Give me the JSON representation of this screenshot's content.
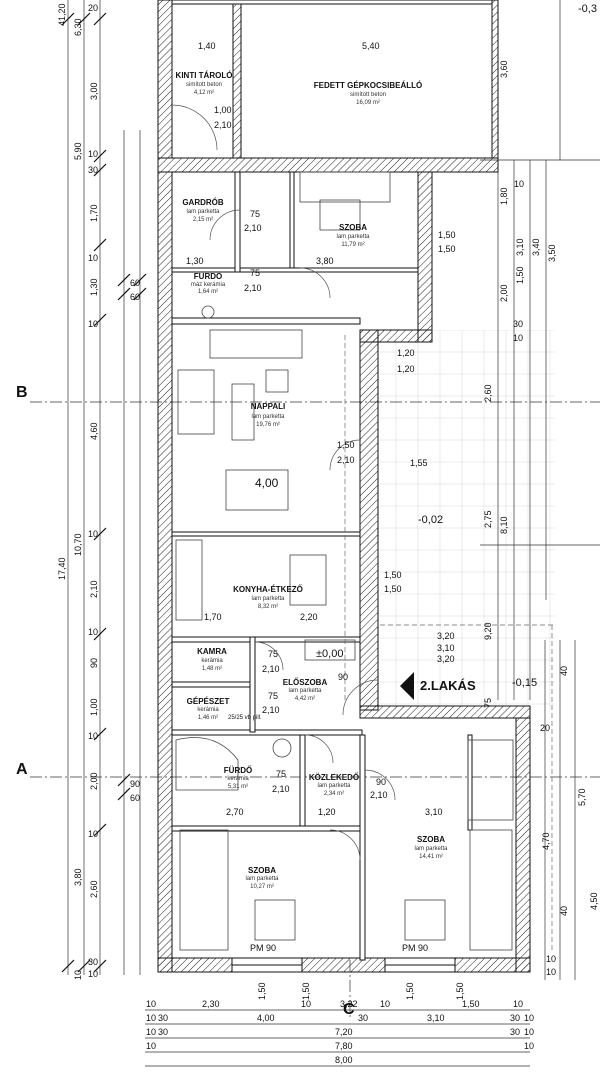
{
  "rooms": {
    "kinti_tarolo": {
      "name": "KINTI TÁROLÓ",
      "floor": "simított beton",
      "area": "4,12 m²"
    },
    "fedett_gepkocsi": {
      "name": "FEDETT GÉPKOCSIBEÁLLÓ",
      "floor": "simított beton",
      "area": "16,09 m²"
    },
    "gardrob": {
      "name": "GARDRÓB",
      "floor": "lam parketta",
      "area": "2,15 m²"
    },
    "szoba_1": {
      "name": "SZOBA",
      "floor": "lam parketta",
      "area": "11,79 m²"
    },
    "furdo_1": {
      "name": "FÜRDŐ",
      "floor": "máz kerámia",
      "area": "1,64 m²"
    },
    "nappali": {
      "name": "NAPPALI",
      "floor": "lam parketta",
      "area": "19,76 m²"
    },
    "konyha": {
      "name": "KONYHA-ÉTKEZŐ",
      "floor": "lam parketta",
      "area": "8,32 m²"
    },
    "kamra": {
      "name": "KAMRA",
      "floor": "kerámia",
      "area": "1,48 m²"
    },
    "eloszoba": {
      "name": "ELŐSZOBA",
      "floor": "lam parketta",
      "area": "4,42 m²"
    },
    "gepeszet": {
      "name": "GÉPÉSZET",
      "floor": "kerámia",
      "area": "1,46 m²"
    },
    "furdo_2": {
      "name": "FÜRDŐ",
      "floor": "kerámia",
      "area": "5,31 m²"
    },
    "kozlekedo": {
      "name": "KÖZLEKEDŐ",
      "floor": "lam parketta",
      "area": "2,34 m²"
    },
    "szoba_2": {
      "name": "SZOBA",
      "floor": "lam parketta",
      "area": "10,27 m²"
    },
    "szoba_3": {
      "name": "SZOBA",
      "floor": "lam parketta",
      "area": "14,41 m²"
    }
  },
  "axes": {
    "a": "A",
    "b": "B",
    "c": "C"
  },
  "levels": {
    "zero": "±0,00",
    "terrace": "-0,02",
    "entry": "-0,15",
    "top": "-0,3"
  },
  "apartment_label": "2.LAKÁS",
  "nappali_length": "4,00",
  "dims": {
    "d_140": "1,40",
    "d_540": "5,40",
    "d_100": "1,00",
    "d_210a": "2,10",
    "d_75a": "75",
    "d_210b": "2,10",
    "d_380": "3,80",
    "d_130": "1,30",
    "d_75b": "75",
    "d_210c": "2,10",
    "d_150a": "1,50",
    "d_150b": "1,50",
    "d_120a": "1,20",
    "d_120b": "1,20",
    "d_150c": "1,50",
    "d_210d": "2,10",
    "d_155": "1,55",
    "d_150d": "1,50",
    "d_150e": "1,50",
    "d_170": "1,70",
    "d_220": "2,20",
    "d_320a": "3,20",
    "d_310a": "3,10",
    "d_320b": "3,20",
    "d_75c": "75",
    "d_210e": "2,10",
    "d_90a": "90",
    "d_75d": "75",
    "d_210f": "2,10",
    "d_2525": "25/25 vb pill.",
    "d_75e": "75",
    "d_210g": "2,10",
    "d_90b": "90",
    "d_210h": "2,10",
    "d_270": "2,70",
    "d_120c": "1,20",
    "d_310b": "3,10",
    "pm90a": "PM 90",
    "pm90b": "PM 90"
  },
  "bottom_dims": {
    "row1": [
      "10",
      "2,30",
      "10",
      "3,22",
      "10",
      "1,50",
      "10"
    ],
    "row2": [
      "10",
      "30",
      "4,00",
      "30",
      "3,10",
      "30",
      "10"
    ],
    "row3": [
      "10",
      "30",
      "7,20",
      "30",
      "10"
    ],
    "row4": [
      "10",
      "7,80",
      "10"
    ],
    "row5": [
      "8,00"
    ],
    "openings": [
      "1,50",
      "1,50",
      "1,50",
      "1,50"
    ]
  },
  "left_dims": {
    "c1": [
      "41,20",
      "6,30",
      "3,00",
      "5,90",
      "1,70",
      "1,30",
      "4,60",
      "17,40",
      "10,70",
      "2,10",
      "90",
      "1,00",
      "2,00",
      "2,60",
      "3,80",
      "10"
    ],
    "c2": [
      "20",
      "10",
      "30",
      "10",
      "10",
      "60",
      "60",
      "10",
      "10",
      "10",
      "10",
      "90",
      "60",
      "30",
      "10"
    ]
  },
  "right_dims": [
    "-0,3",
    "3,60",
    "1,80",
    "3,10",
    "3,40",
    "3,50",
    "1,50",
    "2,00",
    "2,60",
    "2,75",
    "8,10",
    "9,20",
    "75",
    "40",
    "5,70",
    "4,70",
    "40",
    "4,50",
    "10",
    "30",
    "20",
    "10",
    "10",
    "10"
  ]
}
